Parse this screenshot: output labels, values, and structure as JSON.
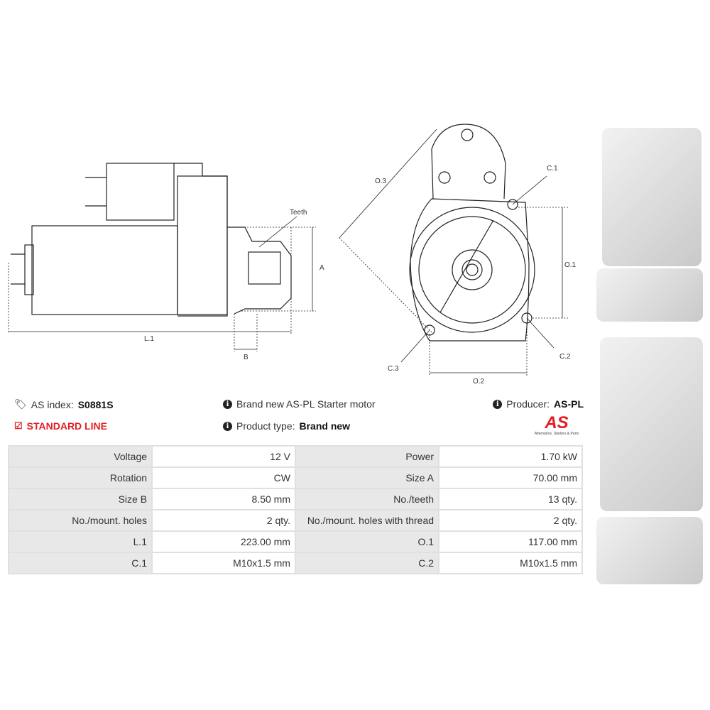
{
  "diagram_labels": {
    "teeth": "Teeth",
    "a": "A",
    "b": "B",
    "l1": "L.1",
    "o3": "O.3",
    "c1": "C.1",
    "o1": "O.1",
    "c2": "C.2",
    "c3": "C.3",
    "o2": "O.2"
  },
  "info": {
    "as_index_label": "AS index:",
    "as_index_value": "S0881S",
    "line": "STANDARD LINE",
    "description": "Brand new AS-PL Starter motor",
    "product_type_label": "Product type:",
    "product_type_value": "Brand new",
    "producer_label": "Producer:",
    "producer_value": "AS-PL",
    "logo_text": "AS",
    "logo_tagline": "Alternators, Starters & Parts",
    "accent_color": "#e31e24"
  },
  "specs": [
    [
      "Voltage",
      "12 V",
      "Power",
      "1.70 kW"
    ],
    [
      "Rotation",
      "CW",
      "Size A",
      "70.00 mm"
    ],
    [
      "Size B",
      "8.50 mm",
      "No./teeth",
      "13 qty."
    ],
    [
      "No./mount. holes",
      "2 qty.",
      "No./mount. holes with thread",
      "2 qty."
    ],
    [
      "L.1",
      "223.00 mm",
      "O.1",
      "117.00 mm"
    ],
    [
      "C.1",
      "M10x1.5 mm",
      "C.2",
      "M10x1.5 mm"
    ]
  ]
}
